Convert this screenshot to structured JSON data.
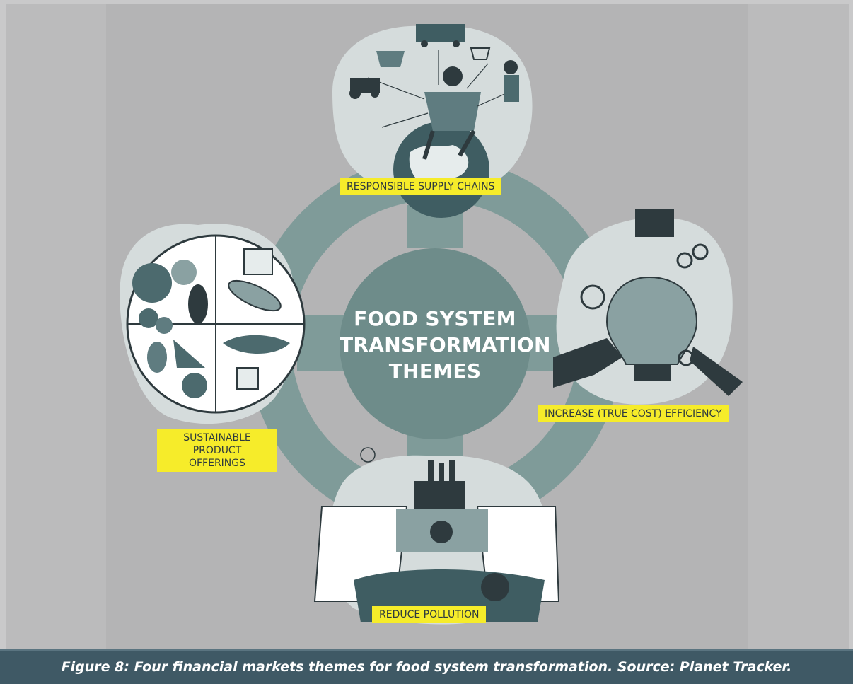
{
  "diagram": {
    "center_title_line1": "FOOD SYSTEM",
    "center_title_line2": "TRANSFORMATION",
    "center_title_line3": "THEMES",
    "themes": [
      {
        "label": "RESPONSIBLE SUPPLY CHAINS"
      },
      {
        "label": "INCREASE (TRUE COST) EFFICIENCY"
      },
      {
        "label": "REDUCE POLLUTION"
      },
      {
        "label_line1": "SUSTAINABLE",
        "label_line2": "PRODUCT OFFERINGS"
      }
    ],
    "colors": {
      "ring": "#7f9b99",
      "center": "#6e8c8a",
      "bubble": "#d5dcdc",
      "highlight": "#f6ec2a",
      "ink": "#2e3a3e"
    }
  },
  "caption": "Figure 8: Four financial markets themes for food system transformation. Source: Planet Tracker."
}
